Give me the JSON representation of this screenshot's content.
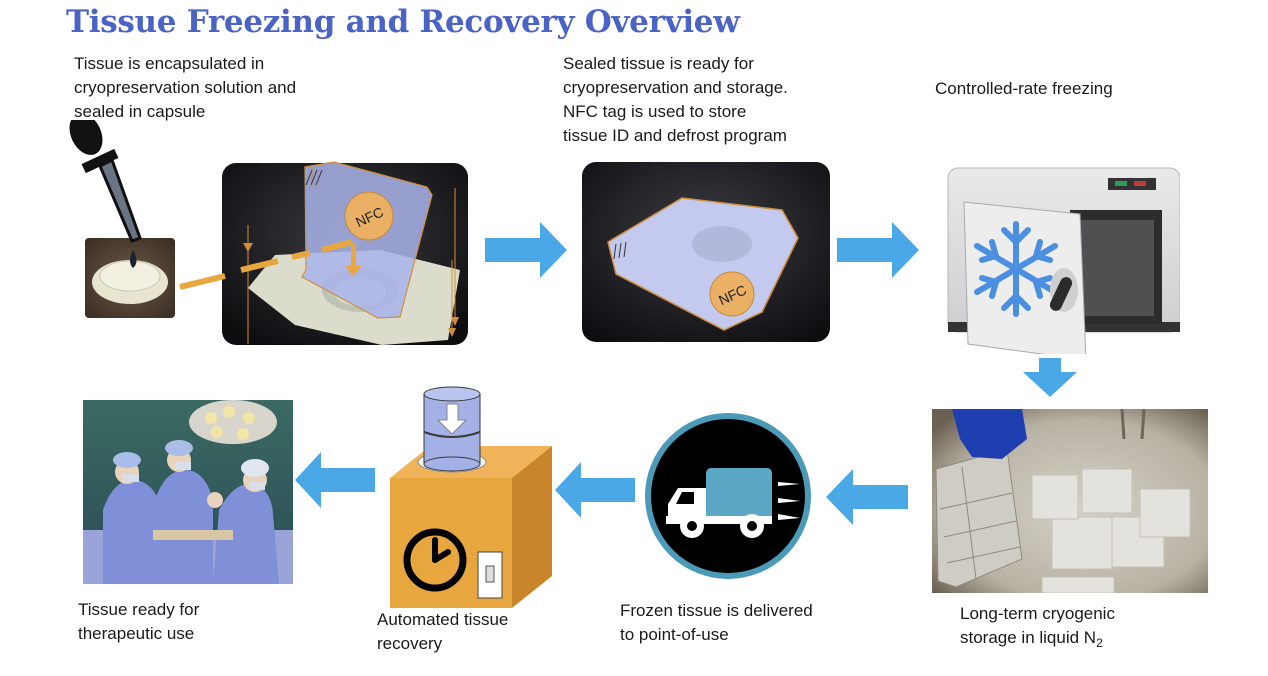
{
  "title": "Tissue Freezing and Recovery Overview",
  "colors": {
    "title": "#4a63c4",
    "arrow": "#4aa8e6",
    "capsule_outline": "#e0a04a",
    "nfc_tag": "#e9b066",
    "capsule_fill": "#a9b4ea",
    "box": "#e8a73e",
    "truck_ring": "#4a9ab8",
    "truck_body": "#5aa8c6"
  },
  "steps": [
    {
      "id": "encapsulation",
      "caption": "Tissue is encapsulated in\ncryopreservation solution and\nsealed in capsule",
      "image": "dropper-and-capsule-photo",
      "tag_label": "NFC"
    },
    {
      "id": "sealed",
      "caption": "Sealed tissue is ready for\ncryopreservation and storage.\nNFC tag is used to store\ntissue ID and defrost program",
      "image": "sealed-capsule-photo",
      "tag_label": "NFC"
    },
    {
      "id": "freezing",
      "caption": "Controlled-rate freezing",
      "image": "freezer-photo"
    },
    {
      "id": "storage",
      "caption_main": "Long-term cryogenic\nstorage in liquid N",
      "caption_sub": "2",
      "image": "liquid-nitrogen-storage-photo"
    },
    {
      "id": "delivery",
      "caption": "Frozen tissue is delivered\nto point-of-use",
      "image": "delivery-truck-icon"
    },
    {
      "id": "recovery",
      "caption": "Automated tissue\nrecovery",
      "image": "recovery-box-icon"
    },
    {
      "id": "therapeutic",
      "caption": "Tissue ready for\ntherapeutic use",
      "image": "surgery-photo"
    }
  ],
  "flow_arrows": [
    {
      "from": "sealed-input",
      "direction": "right"
    },
    {
      "from": "sealed",
      "to": "freezing",
      "direction": "right"
    },
    {
      "from": "freezing",
      "to": "storage",
      "direction": "down"
    },
    {
      "from": "storage",
      "to": "delivery",
      "direction": "left"
    },
    {
      "from": "delivery",
      "to": "recovery",
      "direction": "left"
    },
    {
      "from": "recovery",
      "to": "therapeutic",
      "direction": "left"
    }
  ]
}
